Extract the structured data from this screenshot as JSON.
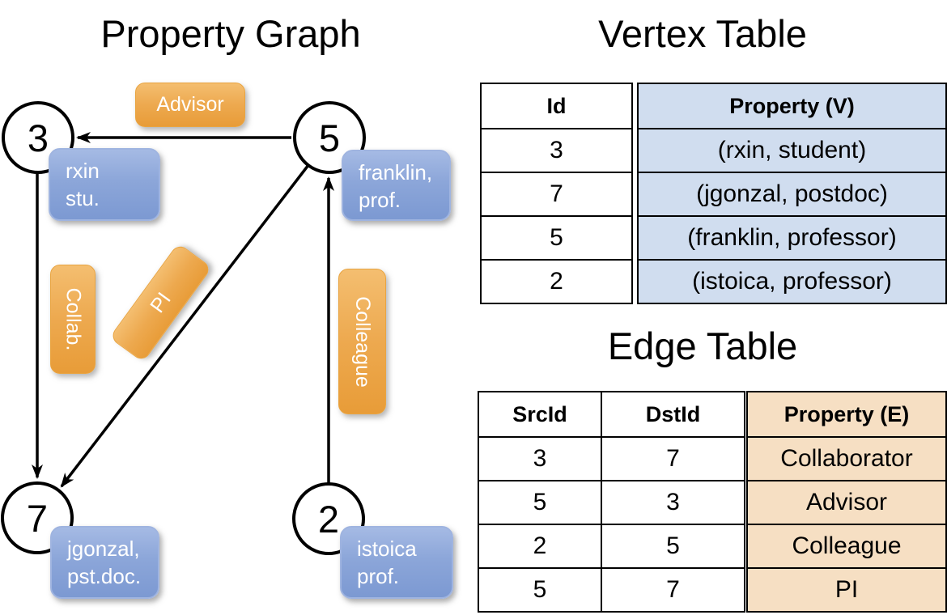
{
  "graph": {
    "title": "Property Graph",
    "nodes": [
      {
        "id": "3",
        "label_lines": [
          "rxin",
          "stu."
        ]
      },
      {
        "id": "5",
        "label_lines": [
          "franklin,",
          "prof."
        ]
      },
      {
        "id": "7",
        "label_lines": [
          "jgonzal,",
          "pst.doc."
        ]
      },
      {
        "id": "2",
        "label_lines": [
          "istoica",
          "prof."
        ]
      }
    ],
    "edge_labels": {
      "advisor": "Advisor",
      "collab": "Collab.",
      "pi": "PI",
      "colleague": "Colleague"
    }
  },
  "vertex_table": {
    "title": "Vertex Table",
    "headers": {
      "id": "Id",
      "property": "Property (V)"
    },
    "rows": [
      {
        "id": "3",
        "property": "(rxin, student)"
      },
      {
        "id": "7",
        "property": "(jgonzal, postdoc)"
      },
      {
        "id": "5",
        "property": "(franklin, professor)"
      },
      {
        "id": "2",
        "property": "(istoica, professor)"
      }
    ]
  },
  "edge_table": {
    "title": "Edge Table",
    "headers": {
      "src": "SrcId",
      "dst": "DstId",
      "property": "Property (E)"
    },
    "rows": [
      {
        "src": "3",
        "dst": "7",
        "property": "Collaborator"
      },
      {
        "src": "5",
        "dst": "3",
        "property": "Advisor"
      },
      {
        "src": "2",
        "dst": "5",
        "property": "Colleague"
      },
      {
        "src": "5",
        "dst": "7",
        "property": "PI"
      }
    ]
  },
  "colors": {
    "vertex_label_box": "#8CA6D9",
    "edge_label_box": "#EDA94F",
    "vertex_table_fill": "#D0DDEF",
    "edge_table_fill": "#F6DFC3",
    "line": "#000000",
    "node_fill": "#FFFFFF",
    "label_text": "#FFFFFF"
  }
}
